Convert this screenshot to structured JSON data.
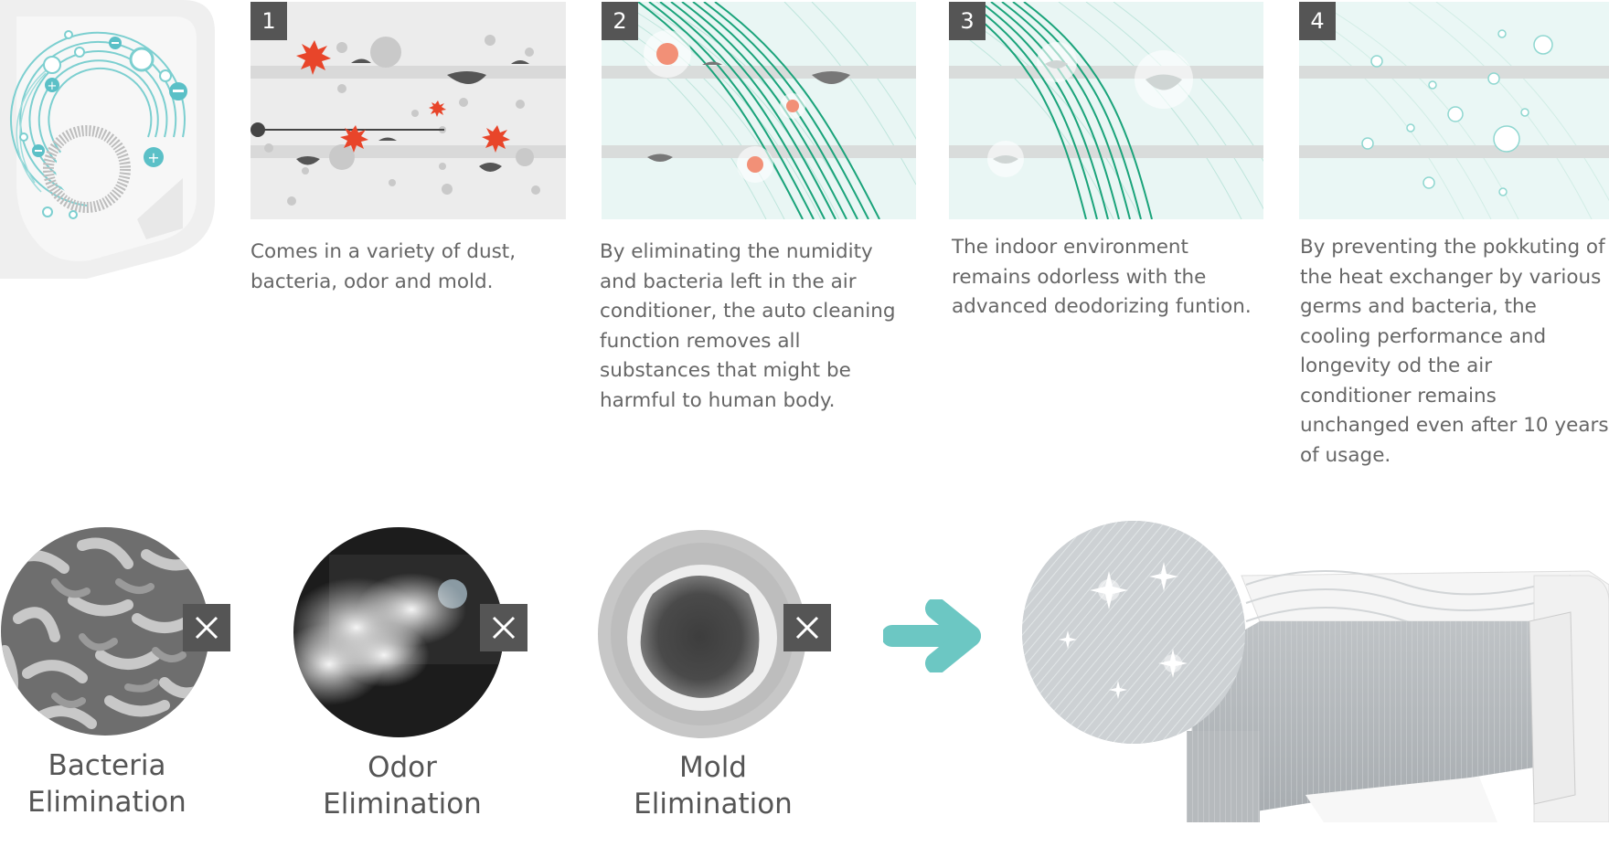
{
  "steps": [
    {
      "number": "1",
      "text": "Comes in a variety of dust, bacteria, odor and mold."
    },
    {
      "number": "2",
      "text": "By eliminating the numidity and bacteria left in the air conditioner, the auto cleaning function removes all substances that might be harmful to human body."
    },
    {
      "number": "3",
      "text": "The indoor environment remains odorless with the advanced deodorizing funtion."
    },
    {
      "number": "4",
      "text": "By preventing the pokkuting of the heat exchanger by various germs and bacteria, the cooling performance and longevity od the air conditioner remains unchanged even after 10 years of usage."
    }
  ],
  "eliminations": [
    {
      "line1": "Bacteria",
      "line2": "Elimination"
    },
    {
      "line1": "Odor",
      "line2": "Elimination"
    },
    {
      "line1": "Mold",
      "line2": "Elimination"
    }
  ],
  "colors": {
    "teal": "#6cc7c3",
    "green": "#1aa37a",
    "badge": "#555555",
    "virus": "#e8452a"
  }
}
